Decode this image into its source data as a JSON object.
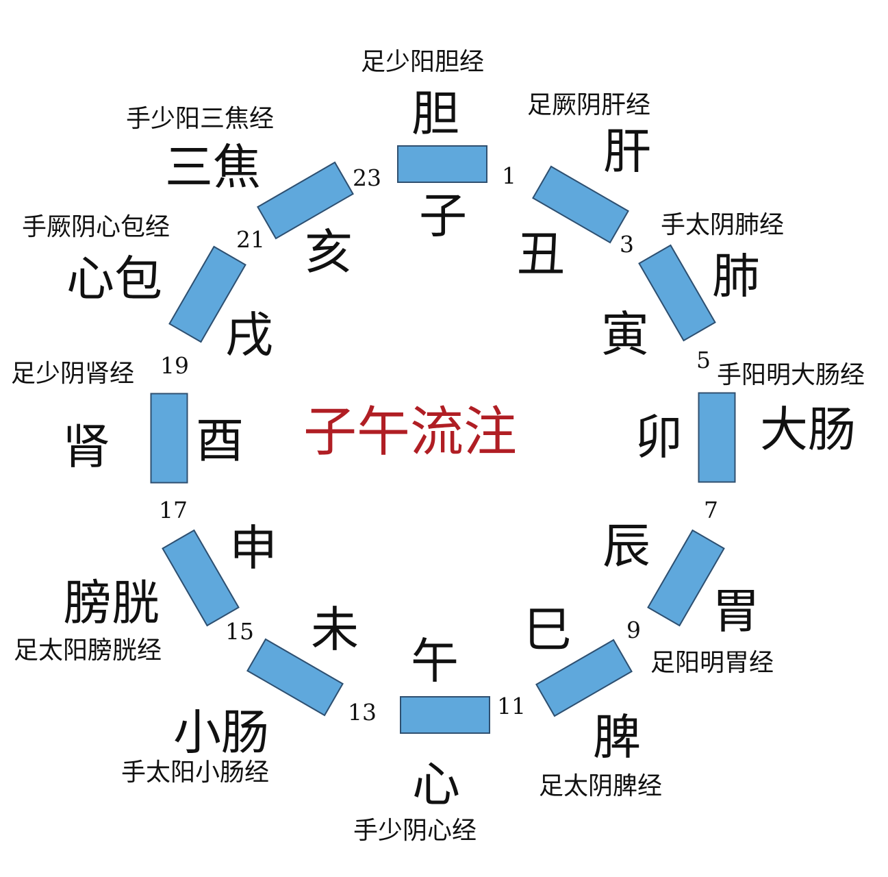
{
  "title": "子午流注",
  "colors": {
    "segment_fill": "#5fa8dc",
    "segment_border": "#2f4f6f",
    "title": "#b01e24"
  },
  "hours": [
    "23",
    "1",
    "3",
    "5",
    "7",
    "9",
    "11",
    "13",
    "15",
    "17",
    "19",
    "21"
  ],
  "branches": [
    "子",
    "丑",
    "寅",
    "卯",
    "辰",
    "巳",
    "午",
    "未",
    "申",
    "酉",
    "戌",
    "亥"
  ],
  "organs": [
    "胆",
    "肝",
    "肺",
    "大肠",
    "胃",
    "脾",
    "心",
    "小肠",
    "膀胱",
    "肾",
    "心包",
    "三焦"
  ],
  "meridians": [
    "足少阳胆经",
    "足厥阴肝经",
    "手太阴肺经",
    "手阳明大肠经",
    "足阳明胃经",
    "足太阴脾经",
    "手少阴心经",
    "手太阳小肠经",
    "足太阳膀胱经",
    "足少阴肾经",
    "手厥阴心包经",
    "手少阳三焦经"
  ]
}
